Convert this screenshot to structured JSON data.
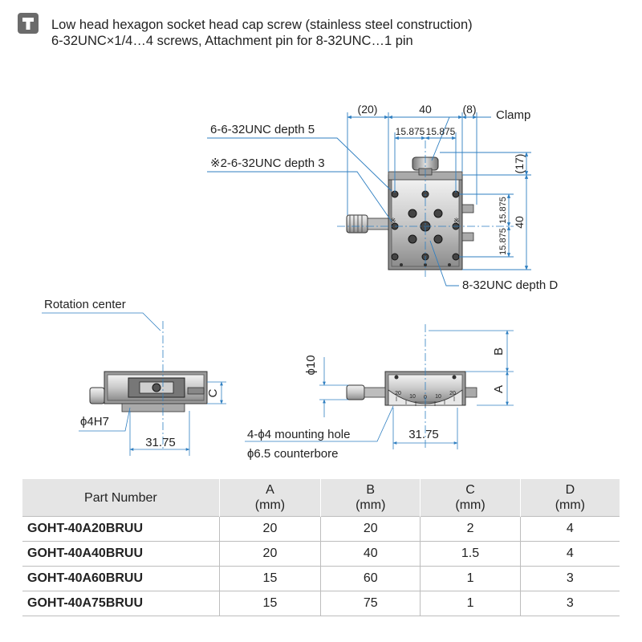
{
  "note": {
    "icon": "screw-icon",
    "line1": "Low head hexagon socket head cap screw (stainless steel construction)",
    "line2": "6-32UNC×1/4…4 screws, Attachment pin for 8-32UNC…1 pin"
  },
  "top_view": {
    "dim_left": "(20)",
    "dim_width": "40",
    "dim_right": "(8)",
    "dim_h1": "15.875",
    "dim_h2": "15.875",
    "dim_top_right": "(17)",
    "dim_height": "40",
    "dim_v1": "15.875",
    "dim_v2": "15.875",
    "label_clamp": "Clamp",
    "label_tap1": "6-6-32UNC depth 5",
    "label_tap2": "※2-6-32UNC depth 3",
    "label_tap3": "8-32UNC depth D",
    "mark_left": "※",
    "mark_right": "※"
  },
  "side_view": {
    "label_rotation": "Rotation center",
    "label_pin": "ϕ4H7",
    "dim_c": "C",
    "dim_pitch": "31.75"
  },
  "front_view": {
    "dim_b": "B",
    "dim_a": "A",
    "dim_phi10": "ϕ10",
    "dim_pitch": "31.75",
    "label_hole1": "4-ϕ4 mounting hole",
    "label_hole2": "ϕ6.5 counterbore",
    "scale": [
      "20",
      "10",
      "0",
      "10",
      "20"
    ]
  },
  "table": {
    "headers": [
      {
        "title": "Part Number",
        "unit": ""
      },
      {
        "title": "A",
        "unit": "(mm)"
      },
      {
        "title": "B",
        "unit": "(mm)"
      },
      {
        "title": "C",
        "unit": "(mm)"
      },
      {
        "title": "D",
        "unit": "(mm)"
      }
    ],
    "rows": [
      [
        "GOHT-40A20BRUU",
        "20",
        "20",
        "2",
        "4"
      ],
      [
        "GOHT-40A40BRUU",
        "20",
        "40",
        "1.5",
        "4"
      ],
      [
        "GOHT-40A60BRUU",
        "15",
        "60",
        "1",
        "3"
      ],
      [
        "GOHT-40A75BRUU",
        "15",
        "75",
        "1",
        "3"
      ]
    ]
  },
  "colors": {
    "dimension_line": "#2f7fc1",
    "table_header": "#e5e5e5",
    "icon": "#6b6b6b"
  }
}
